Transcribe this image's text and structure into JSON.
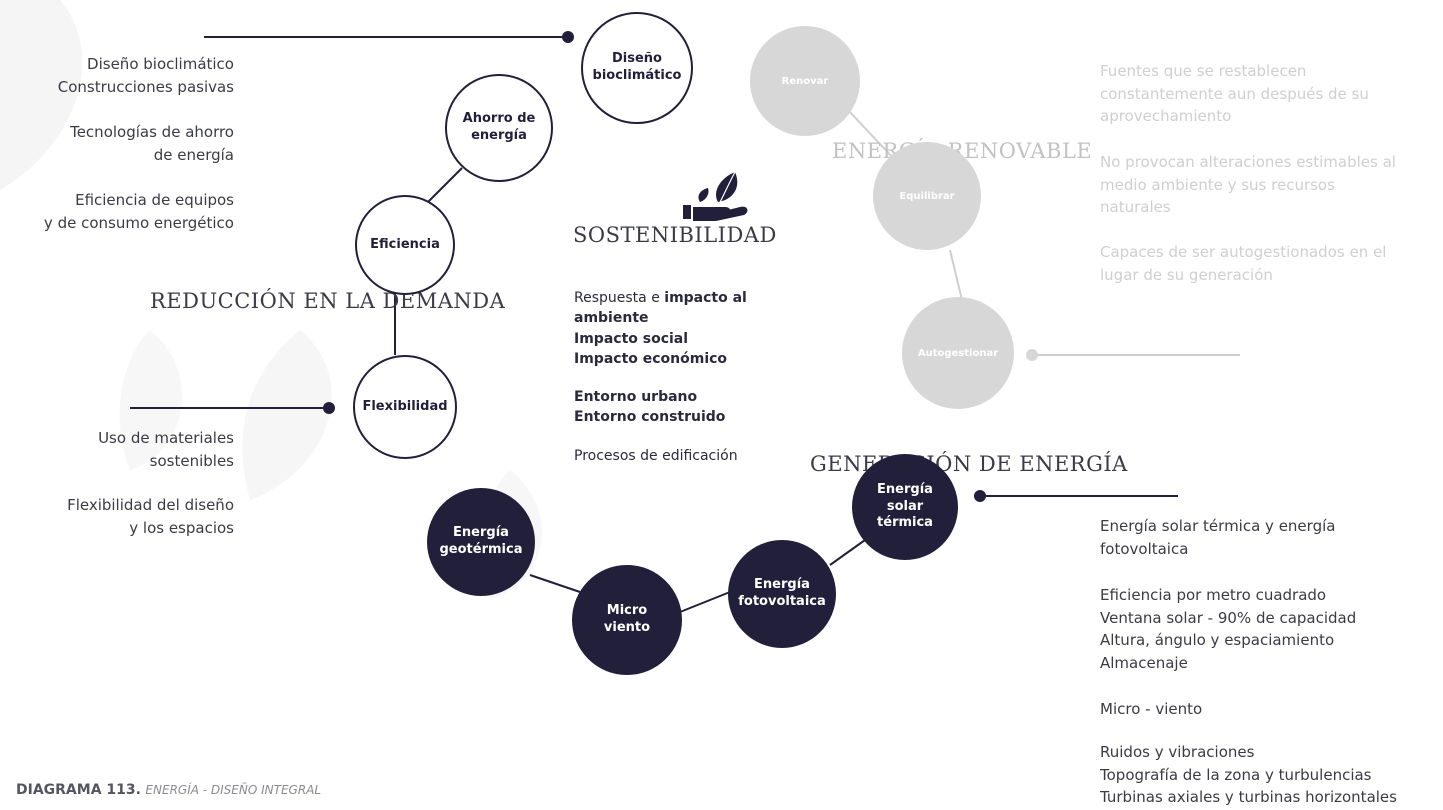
{
  "sections": {
    "demand_title": "REDUCCIÓN EN LA DEMANDA",
    "renewable_title": "ENERGÍA RENOVABLE",
    "generation_title": "GENERACIÓN DE ENERGÍA",
    "sustainability_title": "SOSTENIBILIDAD"
  },
  "nodes": {
    "demand": [
      "Diseño\nbioclimático",
      "Ahorro de\nenergía",
      "Eficiencia",
      "Flexibilidad"
    ],
    "renewable": [
      "Renovar",
      "Equilibrar",
      "Autogestionar"
    ],
    "generation": [
      "Energía\nsolar\ntérmica",
      "Energía\nfotovoltaica",
      "Micro\nviento",
      "Energía\ngeotérmica"
    ]
  },
  "left_text": {
    "top": [
      "Diseño bioclimático\nConstrucciones pasivas",
      "Tecnologías de ahorro\nde energía",
      "Eficiencia de equipos\ny de consumo energético"
    ],
    "bottom": [
      "Uso de materiales\nsostenibles",
      "Flexibilidad del diseño\ny los espacios"
    ]
  },
  "right_top_text": [
    "Fuentes que se restablecen\nconstantemente aun después de su\naprovechamiento",
    "No provocan alteraciones estimables al\nmedio ambiente y sus recursos\nnaturales",
    "Capaces de ser autogestionados en el\nlugar de su generación"
  ],
  "right_bottom_text": [
    "Energía solar térmica y energía\nfotovoltaica",
    "Eficiencia por metro cuadrado\nVentana solar - 90% de capacidad\nAltura, ángulo y espaciamiento\nAlmacenaje",
    "Micro - viento",
    "Ruidos y vibraciones\nTopografía de la zona y turbulencias\nTurbinas axiales y turbinas horizontales"
  ],
  "center": {
    "p1_a": "Respuesta e ",
    "p1_b": "impacto al ambiente",
    "p1_c": "Impacto social",
    "p1_d": "Impacto económico",
    "p2_a": "Entorno urbano",
    "p2_b": "Entorno construido",
    "p3": "Procesos de edificación"
  },
  "caption": {
    "bold": "DIAGRAMA 113.",
    "italic": "ENERGÍA - DISEÑO INTEGRAL"
  },
  "colors": {
    "navy": "#221f3b",
    "grey_node": "#d7d7d7",
    "grey_text": "#cfcfcf"
  }
}
